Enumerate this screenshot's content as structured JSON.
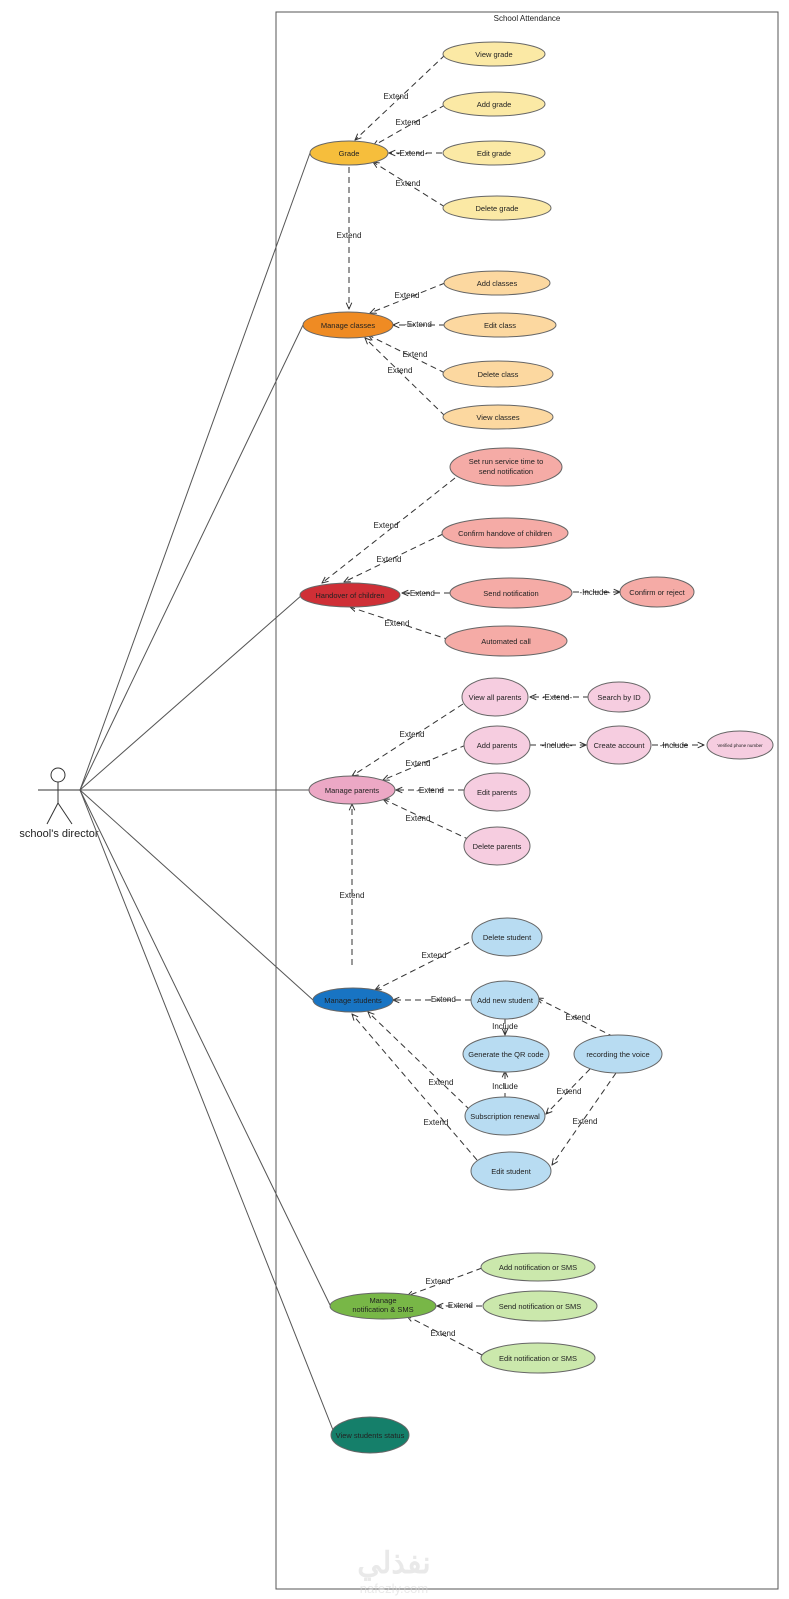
{
  "system": {
    "title": "School Attendance"
  },
  "actor": {
    "name": "school's director"
  },
  "watermark": {
    "arabic": "نفذلي",
    "latin": "nafezly.com"
  },
  "colors": {
    "grade_main": "#f6be3c",
    "grade_sub": "#fbe9a5",
    "classes_main": "#ef8b23",
    "classes_sub": "#fcd8a0",
    "handover_main": "#cf2f36",
    "handover_sub": "#f5aba6",
    "parents_main": "#eca8c5",
    "parents_sub": "#f6cde0",
    "students_main": "#1874c3",
    "students_sub": "#b8dcf2",
    "notif_main": "#78b747",
    "notif_sub": "#cbe8ac",
    "status_main": "#157f6a"
  },
  "use_cases": {
    "grade": "Grade",
    "view_grade": "View grade",
    "add_grade": "Add grade",
    "edit_grade": "Edit grade",
    "delete_grade": "Delete grade",
    "manage_classes": "Manage  classes",
    "add_classes": "Add classes",
    "edit_class": "Edit class",
    "delete_class": "Delete class",
    "view_classes": "View classes",
    "handover": "Handover of children",
    "set_run_service_1": "Set run service time to",
    "set_run_service_2": "send notification",
    "confirm_handover": "Confirm handove of children",
    "send_notification": "Send notification",
    "confirm_reject": "Confirm or reject",
    "automated_call": "Automated call",
    "manage_parents": "Manage parents",
    "view_all_parents": "View all parents",
    "search_by_id": "Search by ID",
    "add_parents": "Add parents",
    "create_account": "Create account",
    "verified_phone": "Verified phone number",
    "edit_parents": "Edit parents",
    "delete_parents": "Delete parents",
    "manage_students": "Manage students",
    "delete_student": "Delete student",
    "add_new_student": "Add new student",
    "generate_qr": "Generate the QR code",
    "recording_voice": "recording the voice",
    "subscription_renewal": "Subscription renewal",
    "edit_student": "Edit student",
    "manage_notif_1": "Manage",
    "manage_notif_2": "notification & SMS",
    "add_notif": "Add notification or SMS",
    "send_notif_sms": "Send notification or SMS",
    "edit_notif": "Edit notification or SMS",
    "view_status": "View students status"
  },
  "relations": {
    "extend": "Extend",
    "extend_dash": "-Extend",
    "extend_dash_both": "-Extend-",
    "include": "Include",
    "include_dash": "-Include",
    "include_dash_both": "-Include-"
  }
}
